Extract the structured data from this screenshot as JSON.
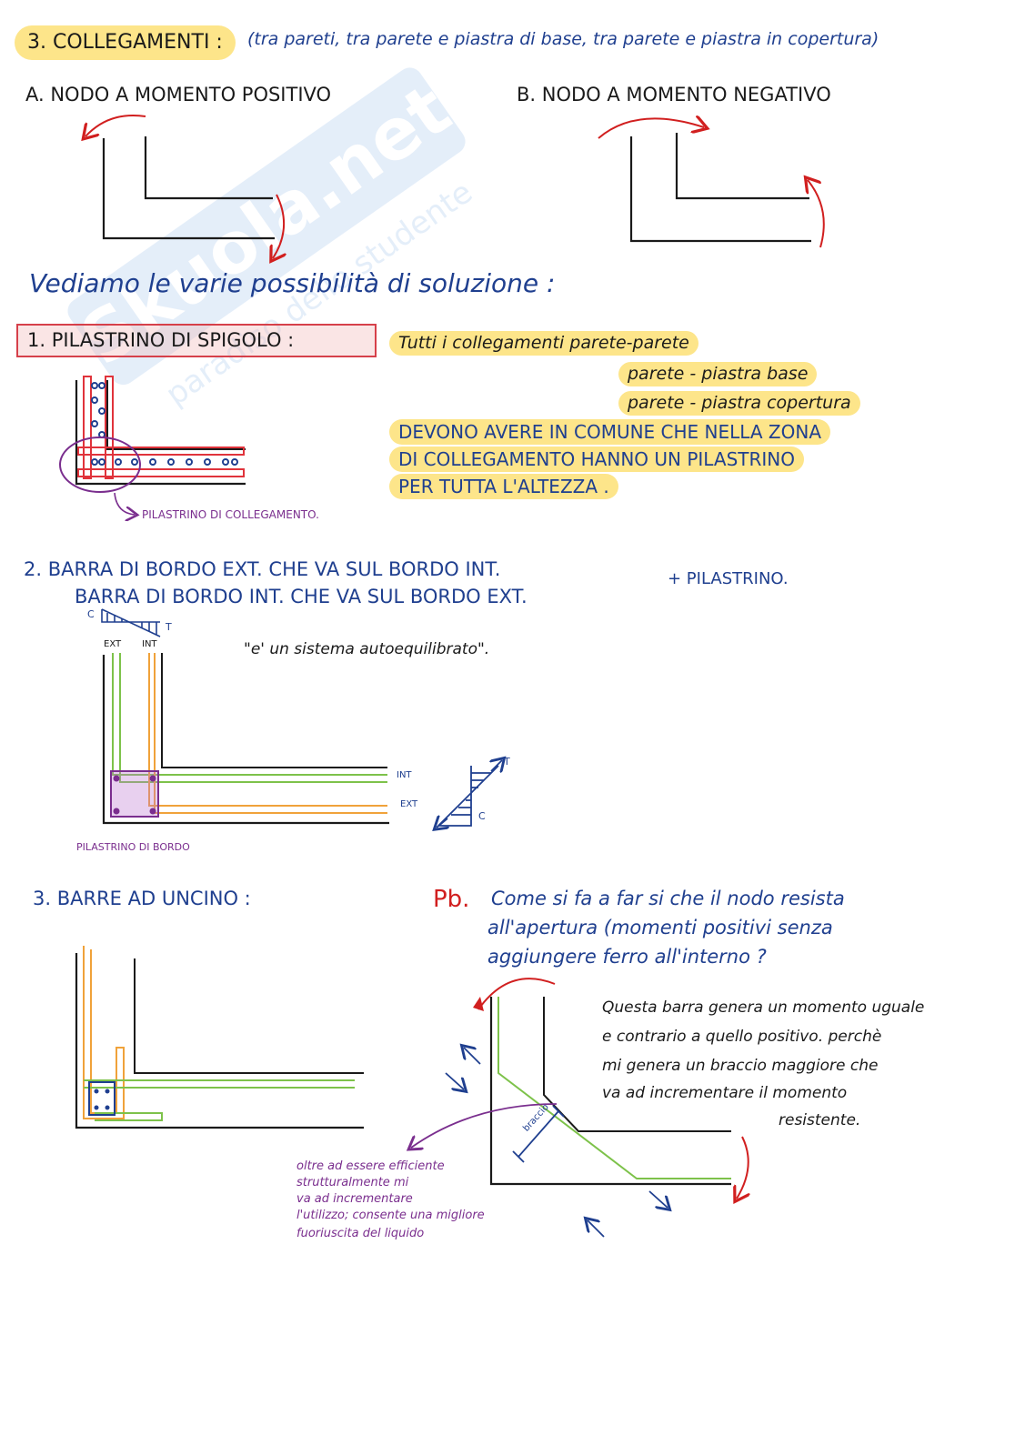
{
  "header": {
    "section": "3. COLLEGAMENTI :",
    "subtitle": "(tra pareti, tra parete e piastra di base, tra parete e piastra in copertura)"
  },
  "nodes": {
    "a_title": "A. NODO A MOMENTO POSITIVO",
    "b_title": "B. NODO A MOMENTO NEGATIVO"
  },
  "intro": "Vediamo le varie possibilità di soluzione :",
  "sol1": {
    "title": "1. PILASTRINO DI SPIGOLO :",
    "line1": "Tutti i collegamenti parete-parete",
    "line2": "parete - piastra base",
    "line3": "parete - piastra copertura",
    "line4": "DEVONO AVERE IN COMUNE CHE NELLA ZONA",
    "line5": "DI COLLEGAMENTO HANNO UN PILASTRINO",
    "line6": "PER TUTTA L'ALTEZZA .",
    "note": "PILASTRINO DI COLLEGAMENTO."
  },
  "sol2": {
    "line1": "2. BARRA DI BORDO EXT. CHE VA SUL BORDO INT.",
    "line2": "BARRA DI BORDO INT. CHE VA SUL BORDO EXT.",
    "plus": "+ PILASTRINO.",
    "quote": "\"e' un sistema autoequilibrato\".",
    "ext": "EXT",
    "int": "INT",
    "c": "C",
    "t": "T",
    "pil_label": "PILASTRINO DI BORDO"
  },
  "sol3": {
    "title": "3. BARRE AD UNCINO :",
    "pb_label": "Pb.",
    "pb_text1": "Come si fa a far si che il nodo resista",
    "pb_text2": "all'apertura (momenti positivi senza",
    "pb_text3": "aggiungere ferro all'interno ?",
    "expl1": "Questa barra genera un momento uguale",
    "expl2": "e contrario a quello positivo. perchè",
    "expl3": "mi genera un braccio maggiore che",
    "expl4": "va ad incrementare il momento",
    "expl5": "resistente.",
    "braccio": "braccio",
    "note1": "oltre ad essere efficiente",
    "note2": "strutturalmente mi",
    "note3": "va ad incrementare",
    "note4": "l'utilizzo; consente una migliore",
    "note5": "fuoriuscita del liquido"
  },
  "watermark": {
    "brand": "Skuola.net",
    "tagline": "paradiso dello studente"
  },
  "colors": {
    "highlight": "#fde58a",
    "blue_ink": "#1f3f8f",
    "red": "#d11f1f",
    "purple": "#7a2e8e",
    "green_bar": "#7dc24a",
    "orange_bar": "#f0a23a"
  }
}
